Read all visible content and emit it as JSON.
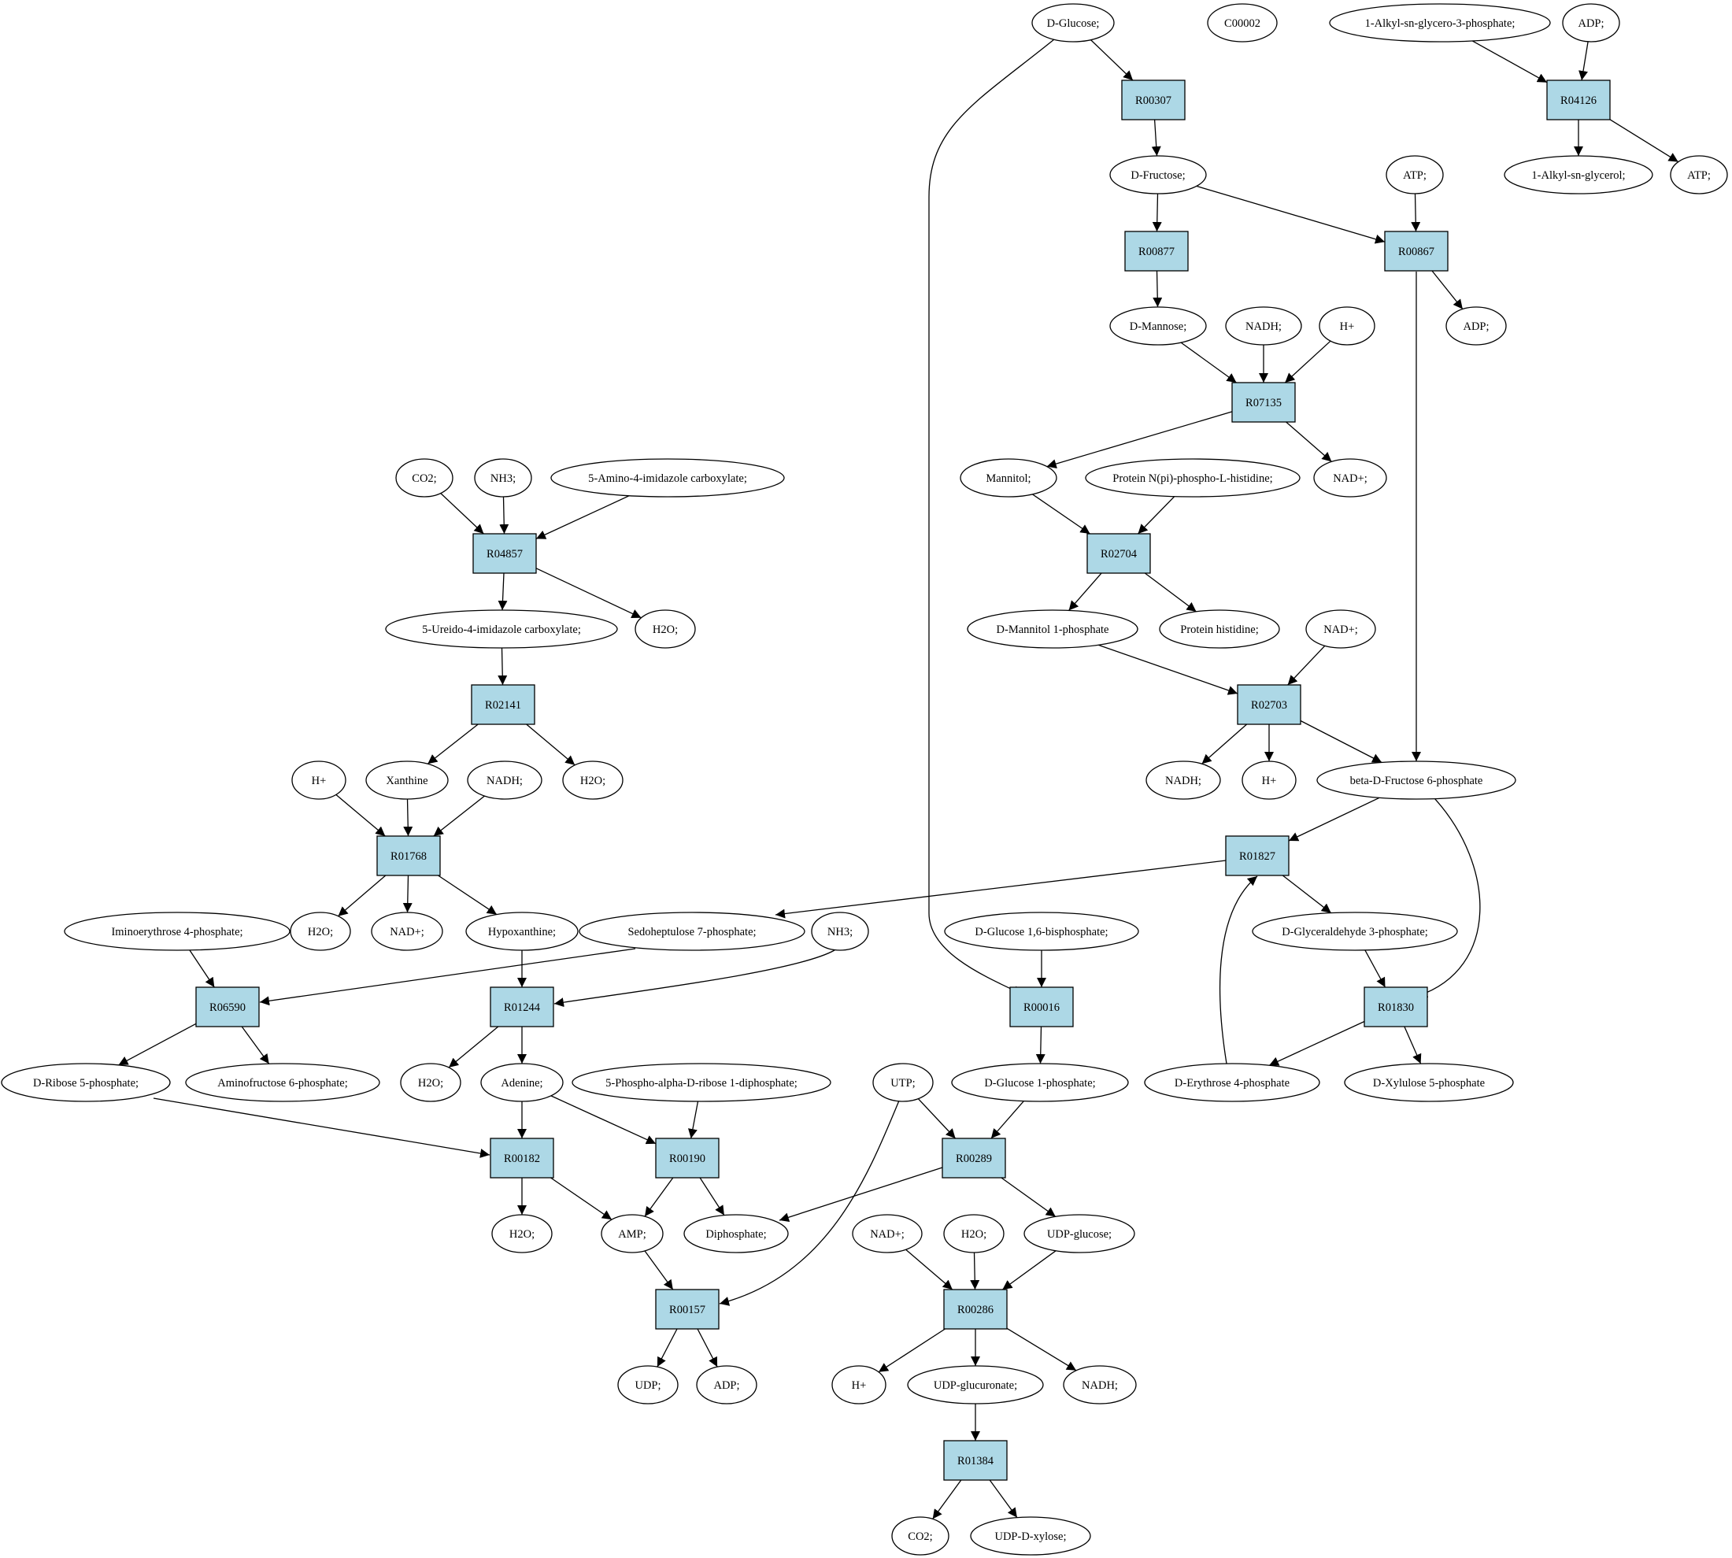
{
  "colors": {
    "reaction_fill": "#add8e6",
    "compound_fill": "#ffffff",
    "start_fill": "#00ee00",
    "highlight_fill": "#ffff00",
    "stroke": "#000000"
  },
  "nodes": [
    {
      "id": "glc",
      "label": "D-Glucose;",
      "kind": "compound",
      "fill": "#00ee00"
    },
    {
      "id": "c00002",
      "label": "C00002",
      "kind": "compound",
      "fill": "#ffff00"
    },
    {
      "id": "alkylg3p",
      "label": "1-Alkyl-sn-glycero-3-phosphate;",
      "kind": "compound"
    },
    {
      "id": "adp_a",
      "label": "ADP;",
      "kind": "compound"
    },
    {
      "id": "R00307",
      "label": "R00307",
      "kind": "reaction"
    },
    {
      "id": "R04126",
      "label": "R04126",
      "kind": "reaction"
    },
    {
      "id": "fru",
      "label": "D-Fructose;",
      "kind": "compound"
    },
    {
      "id": "atp_a",
      "label": "ATP;",
      "kind": "compound"
    },
    {
      "id": "alkylg",
      "label": "1-Alkyl-sn-glycerol;",
      "kind": "compound"
    },
    {
      "id": "atp_b",
      "label": "ATP;",
      "kind": "compound"
    },
    {
      "id": "R00877",
      "label": "R00877",
      "kind": "reaction"
    },
    {
      "id": "R00867",
      "label": "R00867",
      "kind": "reaction"
    },
    {
      "id": "man",
      "label": "D-Mannose;",
      "kind": "compound"
    },
    {
      "id": "nadh_a",
      "label": "NADH;",
      "kind": "compound"
    },
    {
      "id": "h_a",
      "label": "H+",
      "kind": "compound"
    },
    {
      "id": "adp_b",
      "label": "ADP;",
      "kind": "compound"
    },
    {
      "id": "R07135",
      "label": "R07135",
      "kind": "reaction"
    },
    {
      "id": "co2_a",
      "label": "CO2;",
      "kind": "compound"
    },
    {
      "id": "nh3_a",
      "label": "NH3;",
      "kind": "compound"
    },
    {
      "id": "aic",
      "label": "5-Amino-4-imidazole carboxylate;",
      "kind": "compound"
    },
    {
      "id": "mannitol",
      "label": "Mannitol;",
      "kind": "compound"
    },
    {
      "id": "protnph",
      "label": "Protein N(pi)-phospho-L-histidine;",
      "kind": "compound"
    },
    {
      "id": "nadp_a",
      "label": "NAD+;",
      "kind": "compound"
    },
    {
      "id": "R04857",
      "label": "R04857",
      "kind": "reaction"
    },
    {
      "id": "R02704",
      "label": "R02704",
      "kind": "reaction"
    },
    {
      "id": "uic",
      "label": "5-Ureido-4-imidazole carboxylate;",
      "kind": "compound"
    },
    {
      "id": "h2o_a",
      "label": "H2O;",
      "kind": "compound"
    },
    {
      "id": "m1p",
      "label": "D-Mannitol 1-phosphate",
      "kind": "compound"
    },
    {
      "id": "prothis",
      "label": "Protein histidine;",
      "kind": "compound"
    },
    {
      "id": "nadp_b",
      "label": "NAD+;",
      "kind": "compound"
    },
    {
      "id": "R02141",
      "label": "R02141",
      "kind": "reaction"
    },
    {
      "id": "R02703",
      "label": "R02703",
      "kind": "reaction"
    },
    {
      "id": "h_b",
      "label": "H+",
      "kind": "compound"
    },
    {
      "id": "xan",
      "label": "Xanthine",
      "kind": "compound"
    },
    {
      "id": "nadh_b",
      "label": "NADH;",
      "kind": "compound"
    },
    {
      "id": "h2o_b",
      "label": "H2O;",
      "kind": "compound"
    },
    {
      "id": "nadh_c",
      "label": "NADH;",
      "kind": "compound"
    },
    {
      "id": "h_c",
      "label": "H+",
      "kind": "compound"
    },
    {
      "id": "bf6p",
      "label": "beta-D-Fructose 6-phosphate",
      "kind": "compound"
    },
    {
      "id": "R01768",
      "label": "R01768",
      "kind": "reaction"
    },
    {
      "id": "R01827",
      "label": "R01827",
      "kind": "reaction"
    },
    {
      "id": "ie4p",
      "label": "Iminoerythrose 4-phosphate;",
      "kind": "compound"
    },
    {
      "id": "h2o_c",
      "label": "H2O;",
      "kind": "compound"
    },
    {
      "id": "nadp_c",
      "label": "NAD+;",
      "kind": "compound"
    },
    {
      "id": "hyp",
      "label": "Hypoxanthine;",
      "kind": "compound"
    },
    {
      "id": "s7p",
      "label": "Sedoheptulose 7-phosphate;",
      "kind": "compound"
    },
    {
      "id": "nh3_b",
      "label": "NH3;",
      "kind": "compound"
    },
    {
      "id": "g16bp",
      "label": "D-Glucose 1,6-bisphosphate;",
      "kind": "compound"
    },
    {
      "id": "g3p",
      "label": "D-Glyceraldehyde 3-phosphate;",
      "kind": "compound"
    },
    {
      "id": "R06590",
      "label": "R06590",
      "kind": "reaction"
    },
    {
      "id": "R01244",
      "label": "R01244",
      "kind": "reaction"
    },
    {
      "id": "R00016",
      "label": "R00016",
      "kind": "reaction"
    },
    {
      "id": "R01830",
      "label": "R01830",
      "kind": "reaction"
    },
    {
      "id": "r5p",
      "label": "D-Ribose 5-phosphate;",
      "kind": "compound"
    },
    {
      "id": "af6p",
      "label": "Aminofructose 6-phosphate;",
      "kind": "compound"
    },
    {
      "id": "h2o_d",
      "label": "H2O;",
      "kind": "compound"
    },
    {
      "id": "ade",
      "label": "Adenine;",
      "kind": "compound"
    },
    {
      "id": "prpp",
      "label": "5-Phospho-alpha-D-ribose 1-diphosphate;",
      "kind": "compound"
    },
    {
      "id": "utp",
      "label": "UTP;",
      "kind": "compound"
    },
    {
      "id": "g1p",
      "label": "D-Glucose 1-phosphate;",
      "kind": "compound"
    },
    {
      "id": "e4p",
      "label": "D-Erythrose 4-phosphate",
      "kind": "compound"
    },
    {
      "id": "x5p",
      "label": "D-Xylulose 5-phosphate",
      "kind": "compound"
    },
    {
      "id": "R00182",
      "label": "R00182",
      "kind": "reaction"
    },
    {
      "id": "R00190",
      "label": "R00190",
      "kind": "reaction"
    },
    {
      "id": "R00289",
      "label": "R00289",
      "kind": "reaction"
    },
    {
      "id": "h2o_e",
      "label": "H2O;",
      "kind": "compound"
    },
    {
      "id": "amp",
      "label": "AMP;",
      "kind": "compound"
    },
    {
      "id": "ppi",
      "label": "Diphosphate;",
      "kind": "compound"
    },
    {
      "id": "nadp_d",
      "label": "NAD+;",
      "kind": "compound"
    },
    {
      "id": "h2o_f",
      "label": "H2O;",
      "kind": "compound"
    },
    {
      "id": "udpg",
      "label": "UDP-glucose;",
      "kind": "compound"
    },
    {
      "id": "R00157",
      "label": "R00157",
      "kind": "reaction"
    },
    {
      "id": "R00286",
      "label": "R00286",
      "kind": "reaction"
    },
    {
      "id": "udp",
      "label": "UDP;",
      "kind": "compound"
    },
    {
      "id": "adp_c",
      "label": "ADP;",
      "kind": "compound"
    },
    {
      "id": "h_d",
      "label": "H+",
      "kind": "compound"
    },
    {
      "id": "udpgluc",
      "label": "UDP-glucuronate;",
      "kind": "compound"
    },
    {
      "id": "nadh_d",
      "label": "NADH;",
      "kind": "compound"
    },
    {
      "id": "R01384",
      "label": "R01384",
      "kind": "reaction"
    },
    {
      "id": "co2_b",
      "label": "CO2;",
      "kind": "compound"
    },
    {
      "id": "udpxyl",
      "label": "UDP-D-xylose;",
      "kind": "compound"
    }
  ],
  "edges": [
    [
      "glc",
      "R00307"
    ],
    [
      "glc",
      "R00016"
    ],
    [
      "alkylg3p",
      "R04126"
    ],
    [
      "adp_a",
      "R04126"
    ],
    [
      "R04126",
      "alkylg"
    ],
    [
      "R04126",
      "atp_b"
    ],
    [
      "R00307",
      "fru"
    ],
    [
      "fru",
      "R00877"
    ],
    [
      "fru",
      "R00867"
    ],
    [
      "atp_a",
      "R00867"
    ],
    [
      "R00867",
      "adp_b"
    ],
    [
      "R00867",
      "bf6p"
    ],
    [
      "R00877",
      "man"
    ],
    [
      "man",
      "R07135"
    ],
    [
      "nadh_a",
      "R07135"
    ],
    [
      "h_a",
      "R07135"
    ],
    [
      "R07135",
      "mannitol"
    ],
    [
      "R07135",
      "nadp_a"
    ],
    [
      "mannitol",
      "R02704"
    ],
    [
      "protnph",
      "R02704"
    ],
    [
      "R02704",
      "m1p"
    ],
    [
      "R02704",
      "prothis"
    ],
    [
      "m1p",
      "R02703"
    ],
    [
      "nadp_b",
      "R02703"
    ],
    [
      "R02703",
      "nadh_c"
    ],
    [
      "R02703",
      "h_c"
    ],
    [
      "R02703",
      "bf6p"
    ],
    [
      "co2_a",
      "R04857"
    ],
    [
      "nh3_a",
      "R04857"
    ],
    [
      "aic",
      "R04857"
    ],
    [
      "R04857",
      "uic"
    ],
    [
      "R04857",
      "h2o_a"
    ],
    [
      "uic",
      "R02141"
    ],
    [
      "R02141",
      "xan"
    ],
    [
      "R02141",
      "h2o_b"
    ],
    [
      "h_b",
      "R01768"
    ],
    [
      "xan",
      "R01768"
    ],
    [
      "nadh_b",
      "R01768"
    ],
    [
      "R01768",
      "h2o_c"
    ],
    [
      "R01768",
      "nadp_c"
    ],
    [
      "R01768",
      "hyp"
    ],
    [
      "bf6p",
      "R01827"
    ],
    [
      "bf6p",
      "R01830"
    ],
    [
      "R01827",
      "s7p"
    ],
    [
      "R01827",
      "g3p"
    ],
    [
      "e4p",
      "R01827"
    ],
    [
      "ie4p",
      "R06590"
    ],
    [
      "s7p",
      "R06590"
    ],
    [
      "R06590",
      "r5p"
    ],
    [
      "R06590",
      "af6p"
    ],
    [
      "hyp",
      "R01244"
    ],
    [
      "nh3_b",
      "R01244"
    ],
    [
      "R01244",
      "h2o_d"
    ],
    [
      "R01244",
      "ade"
    ],
    [
      "g16bp",
      "R00016"
    ],
    [
      "R00016",
      "g1p"
    ],
    [
      "g3p",
      "R01830"
    ],
    [
      "R01830",
      "e4p"
    ],
    [
      "R01830",
      "x5p"
    ],
    [
      "r5p",
      "R00182"
    ],
    [
      "ade",
      "R00182"
    ],
    [
      "ade",
      "R00190"
    ],
    [
      "prpp",
      "R00190"
    ],
    [
      "R00182",
      "h2o_e"
    ],
    [
      "R00182",
      "amp"
    ],
    [
      "R00190",
      "amp"
    ],
    [
      "R00190",
      "ppi"
    ],
    [
      "utp",
      "R00289"
    ],
    [
      "g1p",
      "R00289"
    ],
    [
      "utp",
      "R00157"
    ],
    [
      "R00289",
      "ppi"
    ],
    [
      "R00289",
      "udpg"
    ],
    [
      "amp",
      "R00157"
    ],
    [
      "R00157",
      "udp"
    ],
    [
      "R00157",
      "adp_c"
    ],
    [
      "nadp_d",
      "R00286"
    ],
    [
      "h2o_f",
      "R00286"
    ],
    [
      "udpg",
      "R00286"
    ],
    [
      "R00286",
      "h_d"
    ],
    [
      "R00286",
      "udpgluc"
    ],
    [
      "R00286",
      "nadh_d"
    ],
    [
      "udpgluc",
      "R01384"
    ],
    [
      "R01384",
      "co2_b"
    ],
    [
      "R01384",
      "udpxyl"
    ]
  ]
}
